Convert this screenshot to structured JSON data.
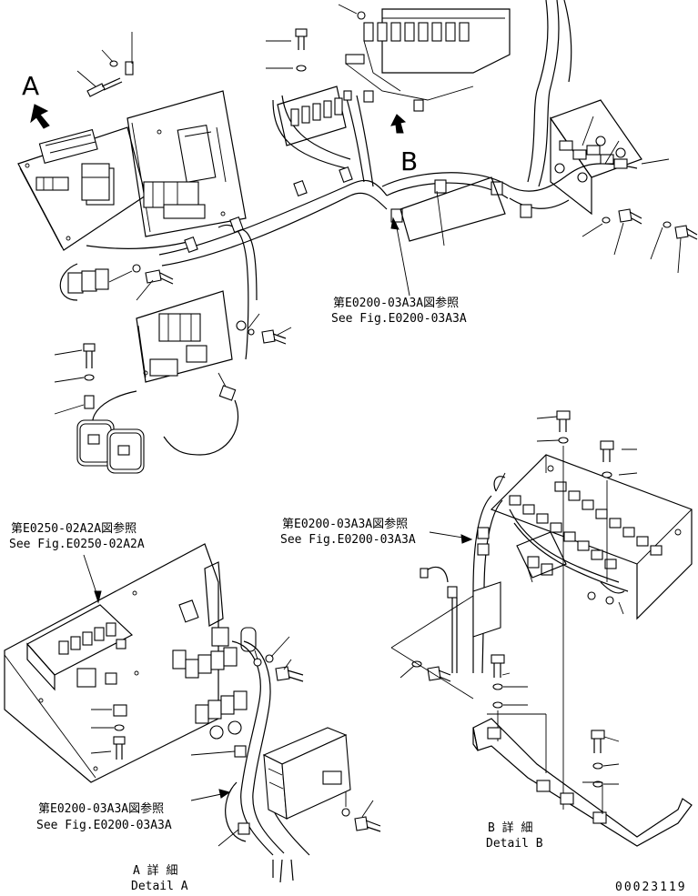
{
  "view_labels": {
    "view_a": "A",
    "view_b": "B"
  },
  "references": {
    "main_ref_jp": "第E0200-03A3A図参照",
    "main_ref_en": "See Fig.E0200-03A3A",
    "detail_a_ref1_jp": "第E0250-02A2A図参照",
    "detail_a_ref1_en": "See Fig.E0250-02A2A",
    "detail_a_ref2_jp": "第E0200-03A3A図参照",
    "detail_a_ref2_en": "See Fig.E0200-03A3A",
    "detail_b_ref_jp": "第E0200-03A3A図参照",
    "detail_b_ref_en": "See Fig.E0200-03A3A"
  },
  "detail_titles": {
    "detail_a_jp": "A 詳 細",
    "detail_a_en": "Detail A",
    "detail_b_jp": "B 詳 細",
    "detail_b_en": "Detail B"
  },
  "drawing_number": "00023119"
}
